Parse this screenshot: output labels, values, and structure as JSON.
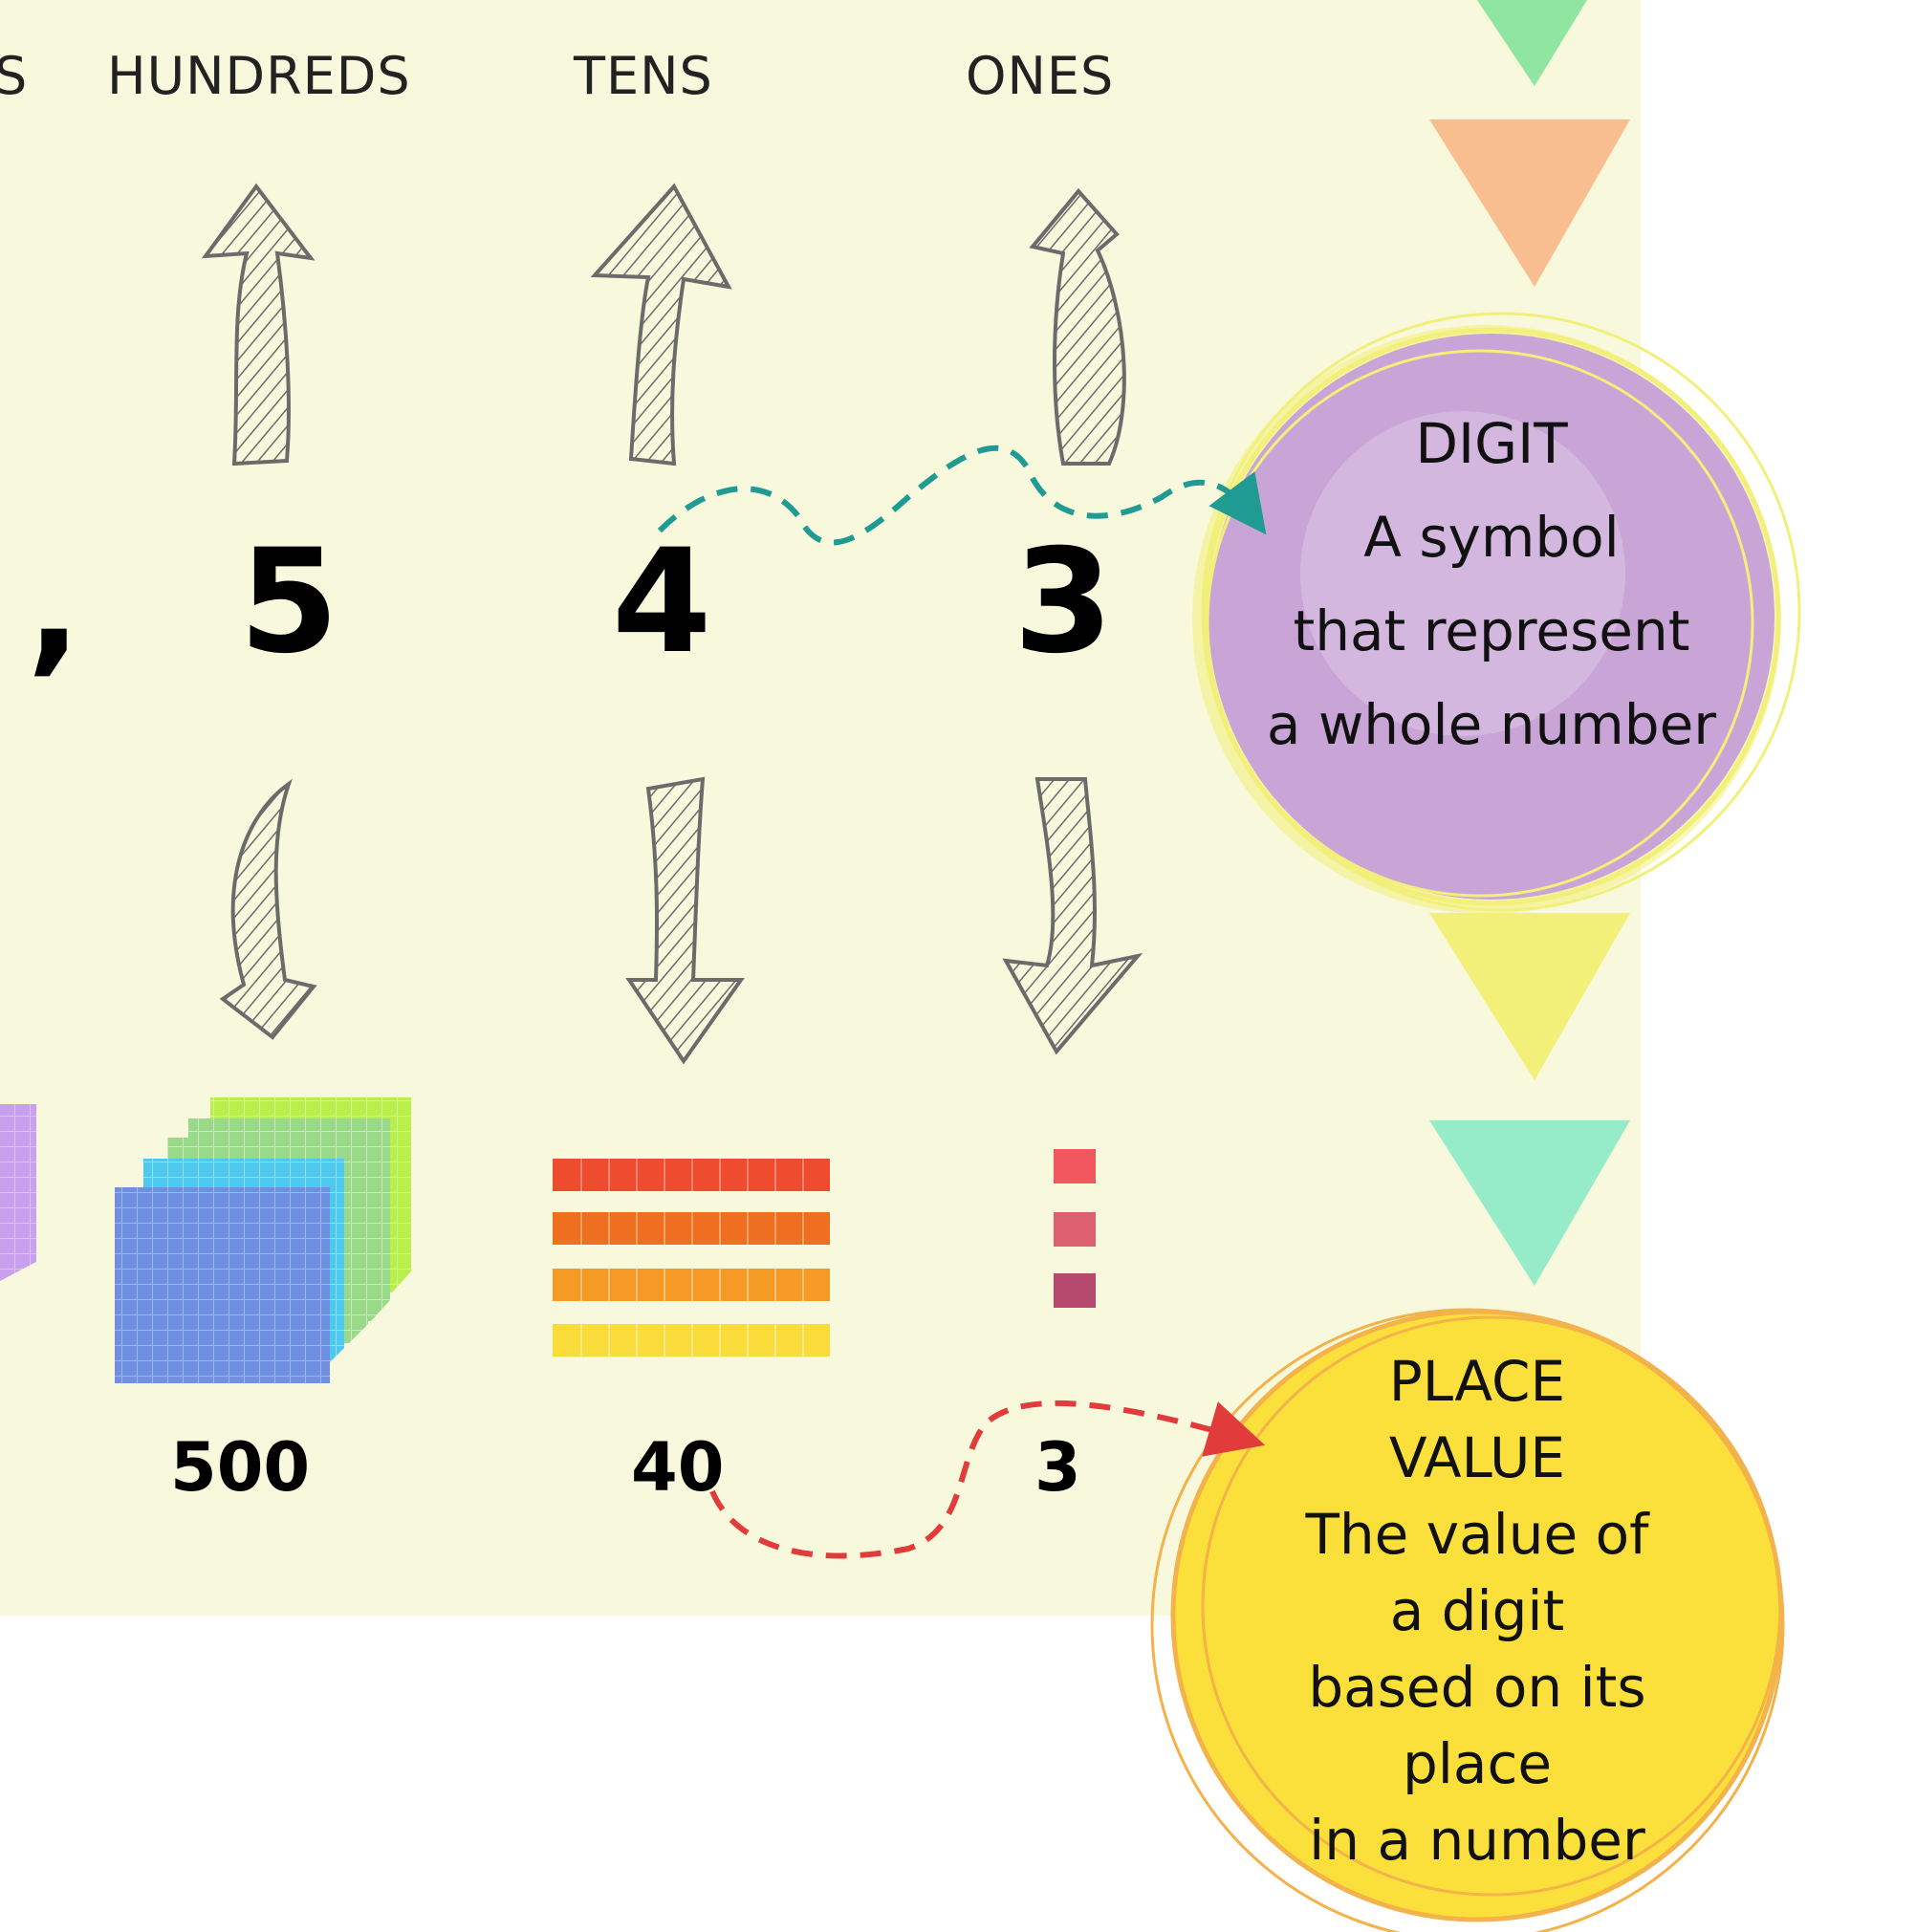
{
  "columns": {
    "partial_label": "S",
    "hundreds": "HUNDREDS",
    "tens": "TENS",
    "ones": "ONES"
  },
  "number": {
    "comma": ",",
    "hundreds_digit": "5",
    "tens_digit": "4",
    "ones_digit": "3"
  },
  "values": {
    "hundreds": "500",
    "tens": "40",
    "ones": "3"
  },
  "digit_bubble": {
    "title": "DIGIT",
    "line1": "A symbol",
    "line2": "that represent",
    "line3": "a whole number"
  },
  "place_value_bubble": {
    "title1": "PLACE",
    "title2": "VALUE",
    "line1": "The value of",
    "line2": "a digit",
    "line3": "based on its",
    "line4": "place",
    "line5": "in a number"
  },
  "colors": {
    "panel": "#f8f8dc",
    "digit_bubble": "#c9a4d6",
    "digit_ring": "#f2f07a",
    "place_bubble": "#fbe03c",
    "place_ring": "#f3b24a",
    "teal_arrow": "#1f9b93",
    "red_arrow": "#e23b3b",
    "arrow_stroke": "#6b6b6b"
  }
}
